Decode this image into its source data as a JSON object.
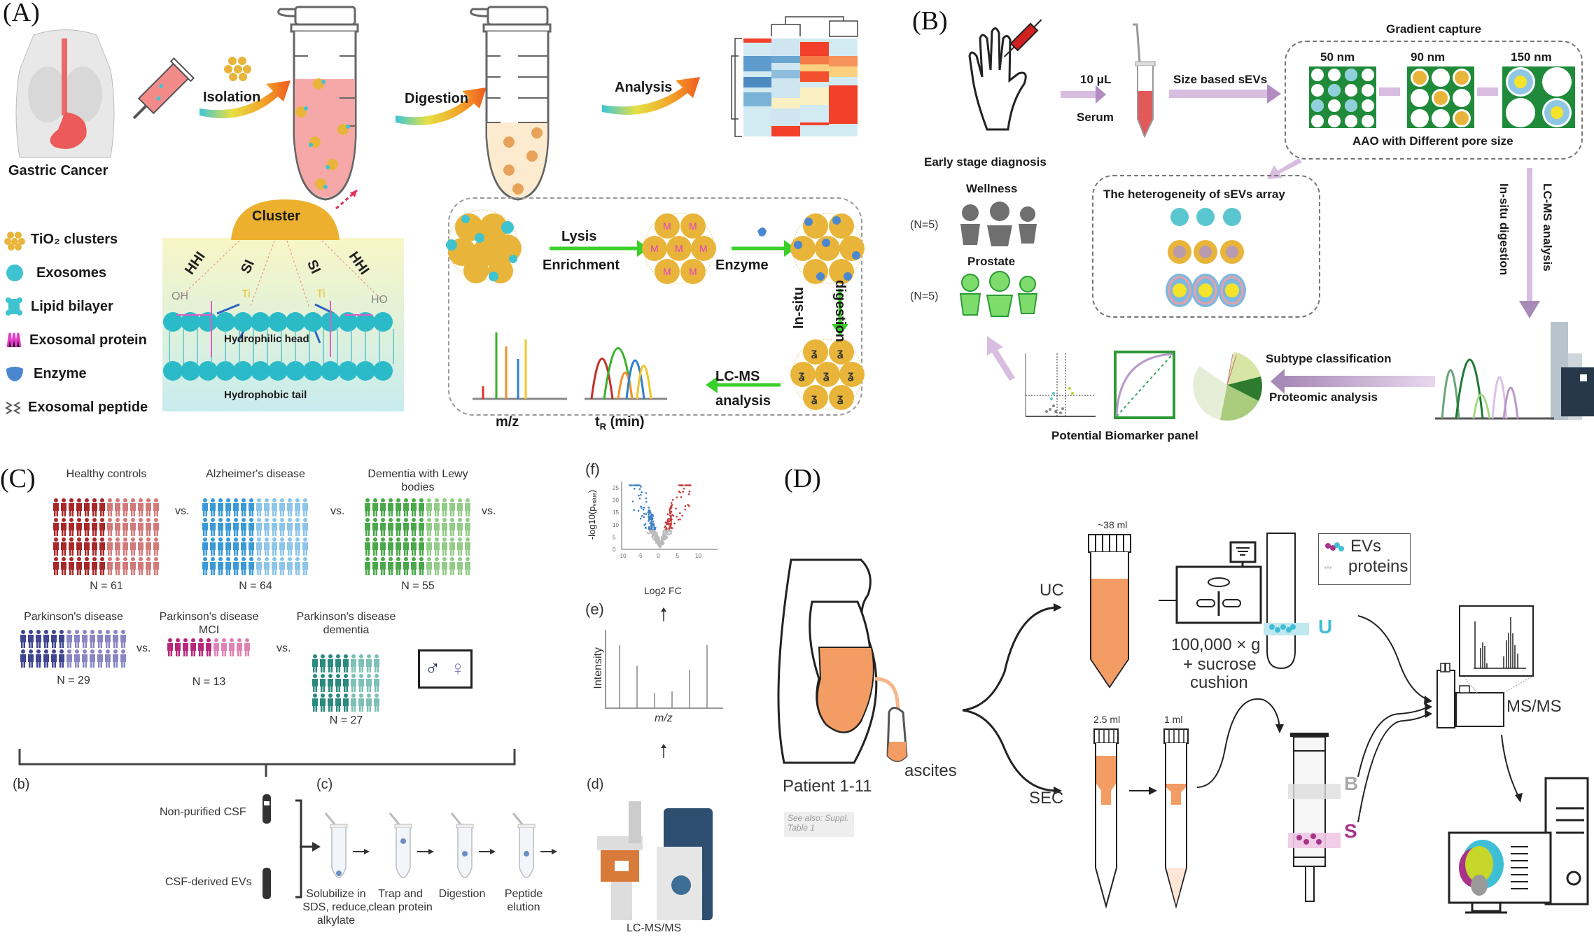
{
  "panels": {
    "A": {
      "letter": "(A)",
      "source_label": "Gastric Cancer",
      "steps": [
        "Isolation",
        "Digestion",
        "Analysis"
      ],
      "cluster_label": "Cluster",
      "interactions": [
        "HHI",
        "SI",
        "SI",
        "HHI"
      ],
      "chem_labels": {
        "oh": "OH",
        "ho": "HO",
        "ti": "Ti"
      },
      "membrane_labels": {
        "head": "Hydrophilic head",
        "tail": "Hydrophobic tail"
      },
      "legend": [
        {
          "icon": "tio2-cluster-icon",
          "label": "TiO₂ clusters"
        },
        {
          "icon": "exosome-icon",
          "label": "Exosomes"
        },
        {
          "icon": "lipid-bilayer-icon",
          "label": "Lipid bilayer"
        },
        {
          "icon": "exosomal-protein-icon",
          "label": "Exosomal protein"
        },
        {
          "icon": "enzyme-icon",
          "label": "Enzyme"
        },
        {
          "icon": "exosomal-peptide-icon",
          "label": "Exosomal peptide"
        }
      ],
      "workflow": {
        "lysis": "Lysis",
        "enrichment": "Enrichment",
        "enzyme": "Enzyme",
        "insitu": "In-situ",
        "digestion": "digestion",
        "lcms": "LC-MS",
        "analysis": "analysis",
        "mz_axis": "m/z",
        "tr_axis": "t",
        "tr_sub": "R",
        "tr_unit": "(min)"
      },
      "colors": {
        "gold": "#e8b53a",
        "cyan": "#3fc3d0",
        "pink": "#f4a3a8",
        "green": "#3bcf2b"
      }
    },
    "B": {
      "letter": "(B)",
      "volume": "10 μL",
      "sample": "Serum",
      "size_based": "Size based sEVs",
      "gradient_title": "Gradient capture",
      "pores": [
        "50 nm",
        "90 nm",
        "150 nm"
      ],
      "aao_label": "AAO with Different pore size",
      "heterogeneity_title": "The heterogeneity of sEVs array",
      "early_diag": "Early stage diagnosis",
      "wellness": "Wellness",
      "prostate": "Prostate",
      "n_wellness": "(N=5)",
      "n_prostate": "(N=5)",
      "insitu_digestion": "In-situ digestion",
      "lcms_analysis": "LC-MS analysis",
      "subtype": "Subtype classification",
      "proteomic": "Proteomic analysis",
      "biomarker": "Potential Biomarker panel",
      "colors": {
        "green": "#1f8b3a",
        "lavender": "#c9a9d6"
      }
    },
    "C": {
      "letter": "(C)",
      "groups_row1": [
        {
          "name": "Healthy controls",
          "n": "N = 61",
          "dark": "#a8282a",
          "light": "#d27a7a"
        },
        {
          "name": "Alzheimer's disease",
          "n": "N = 64",
          "dark": "#3a9ad8",
          "light": "#8cc5e8"
        },
        {
          "name": "Dementia with Lewy bodies",
          "n": "N = 55",
          "dark": "#4aa84a",
          "light": "#92cc86"
        }
      ],
      "groups_row2": [
        {
          "name": "Parkinson's disease",
          "n": "N = 29",
          "dark": "#41458f",
          "light": "#8a86c4"
        },
        {
          "name": "Parkinson's disease MCI",
          "n": "N = 13",
          "dark": "#b8287a",
          "light": "#dd82b4"
        },
        {
          "name": "Parkinson's disease dementia",
          "n": "N = 27",
          "dark": "#2b8a7e",
          "light": "#7cc0b6"
        }
      ],
      "vs": "vs.",
      "sex_legend": {
        "male": "♂",
        "female": "♀"
      },
      "sub_b": "(b)",
      "sub_c": "(c)",
      "sub_d": "(d)",
      "sub_e": "(e)",
      "sub_f": "(f)",
      "samples": [
        "Non-purified CSF",
        "CSF-derived EVs"
      ],
      "prep_steps": [
        "Solubilize in SDS, reduce, alkylate",
        "Trap and clean protein",
        "Digestion",
        "Peptide elution"
      ],
      "instrument": "LC-MS/MS",
      "spectrum": {
        "ylabel": "Intensity",
        "xlabel": "m/z",
        "peaks": [
          0.82,
          0.55,
          0.2,
          0.22,
          0.5,
          0.82
        ]
      },
      "volcano": {
        "xlabel": "Log2 FC",
        "ylabel": "-log10(p",
        "ylabel_sub": "value",
        "xticks": [
          "-10",
          "-5",
          "0",
          "5",
          "10"
        ],
        "yticks": [
          "0",
          "5",
          "10",
          "15",
          "20",
          "25"
        ],
        "xlim": [
          -10,
          14
        ],
        "ylim": [
          0,
          27
        ],
        "colors": {
          "down": "#3b7fc4",
          "up": "#c73838",
          "ns": "#bbbbbb"
        }
      }
    },
    "D": {
      "letter": "(D)",
      "patient": "Patient 1-11",
      "note": "See also: Suppl. Table 1",
      "ascites": "ascites",
      "uc": "UC",
      "sec": "SEC",
      "vol_uc": "~38 ml",
      "vol_sec1": "2.5 ml",
      "vol_sec2": "1 ml",
      "centrifuge_line1": "100,000 × g",
      "centrifuge_line2": "+ sucrose",
      "centrifuge_line3": "cushion",
      "legend_evs": "EVs",
      "legend_proteins": "proteins",
      "fraction_u": "U",
      "fraction_b": "B",
      "fraction_s": "S",
      "msms": "MS/MS",
      "colors": {
        "orange": "#f39c63",
        "cyan": "#3fbfd6",
        "magenta": "#a8338a",
        "lime": "#c6d62a"
      }
    }
  }
}
